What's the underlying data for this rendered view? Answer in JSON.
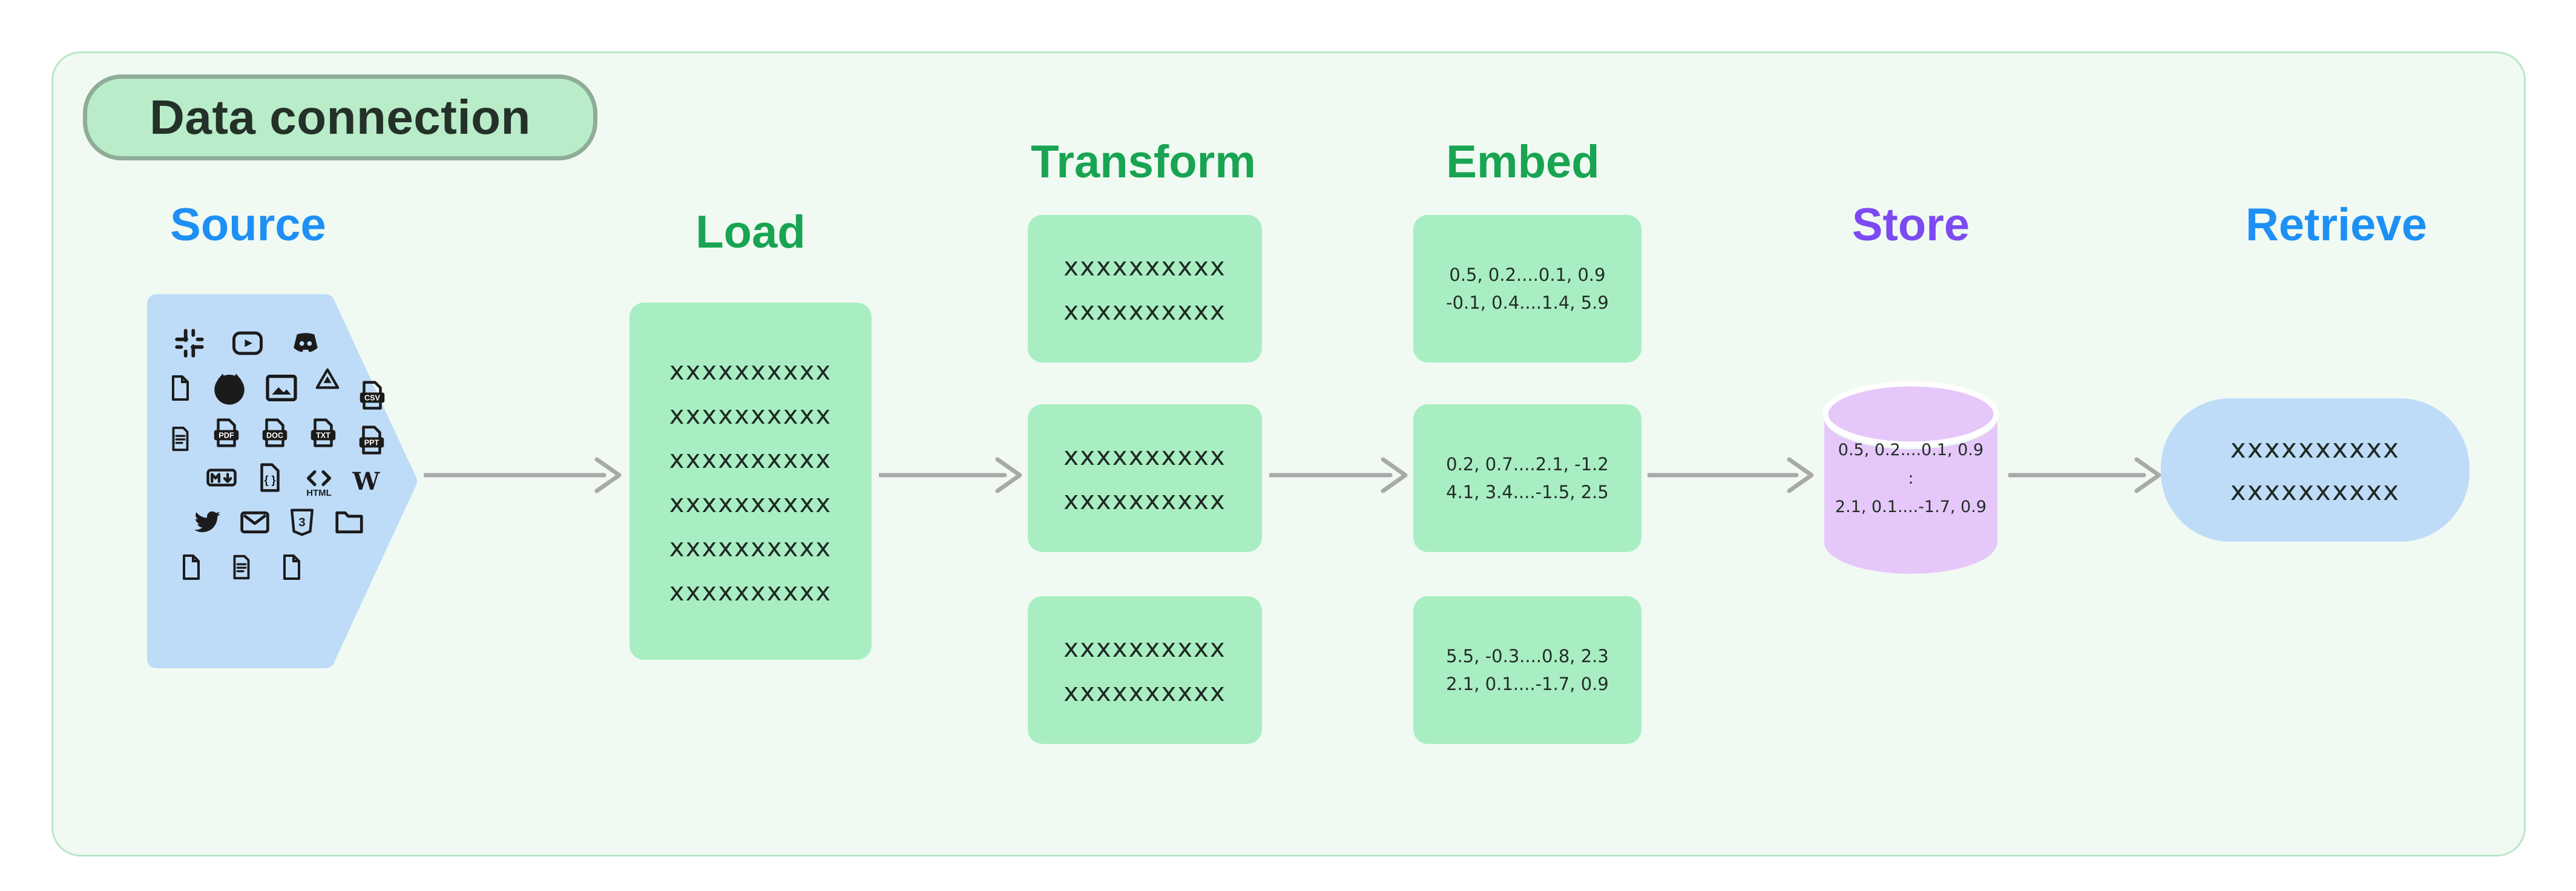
{
  "badge": {
    "label": "Data connection"
  },
  "columns": {
    "source": {
      "title": "Source"
    },
    "load": {
      "title": "Load",
      "lines": [
        "xxxxxxxxxx",
        "xxxxxxxxxx",
        "xxxxxxxxxx",
        "xxxxxxxxxx",
        "xxxxxxxxxx",
        "xxxxxxxxxx"
      ]
    },
    "transform": {
      "title": "Transform",
      "boxes": [
        [
          "xxxxxxxxxx",
          "xxxxxxxxxx"
        ],
        [
          "xxxxxxxxxx",
          "xxxxxxxxxx"
        ],
        [
          "xxxxxxxxxx",
          "xxxxxxxxxx"
        ]
      ]
    },
    "embed": {
      "title": "Embed",
      "boxes": [
        [
          "0.5, 0.2....0.1, 0.9",
          "-0.1, 0.4....1.4, 5.9"
        ],
        [
          "0.2, 0.7....2.1, -1.2",
          "4.1, 3.4....-1.5, 2.5"
        ],
        [
          "5.5, -0.3....0.8, 2.3",
          "2.1, 0.1....-1.7, 0.9"
        ]
      ]
    },
    "store": {
      "title": "Store",
      "lines": [
        "0.5, 0.2....0.1, 0.9",
        ":",
        "2.1, 0.1....-1.7, 0.9"
      ]
    },
    "retrieve": {
      "title": "Retrieve",
      "lines": [
        "xxxxxxxxxx",
        "xxxxxxxxxx"
      ]
    }
  },
  "source_icon_rows": [
    [
      "slack",
      "youtube",
      "discord"
    ],
    [
      "file",
      "github",
      "image",
      "google-drive",
      "csv-file"
    ],
    [
      "note",
      "pdf-file",
      "doc-file",
      "txt-file",
      "ppt-file"
    ],
    [
      "markdown",
      "json-file",
      "html",
      "wikipedia"
    ],
    [
      "twitter",
      "email",
      "css3",
      "folder"
    ],
    [
      "file",
      "note",
      "file"
    ]
  ],
  "icon_labels": {
    "csv-file": "CSV",
    "pdf-file": "PDF",
    "doc-file": "DOC",
    "txt-file": "TXT",
    "ppt-file": "PPT",
    "html": "HTML",
    "json-file": "{ }",
    "wikipedia": "W",
    "css3": "3"
  },
  "colors": {
    "container_bg": "#f0faf2",
    "container_border": "#b9e7c7",
    "badge_fill": "#b9ecc8",
    "badge_border": "#8fac98",
    "text_dark": "#243129",
    "blue_header": "#1e90f5",
    "green_header": "#18a452",
    "purple_header": "#7c4af2",
    "blue_fill": "#bedcf8",
    "green_fill": "#a9eec3",
    "purple_fill": "#e5c8f9",
    "arrow": "#a9a9a9",
    "icon_ink": "#1b1b1b"
  }
}
